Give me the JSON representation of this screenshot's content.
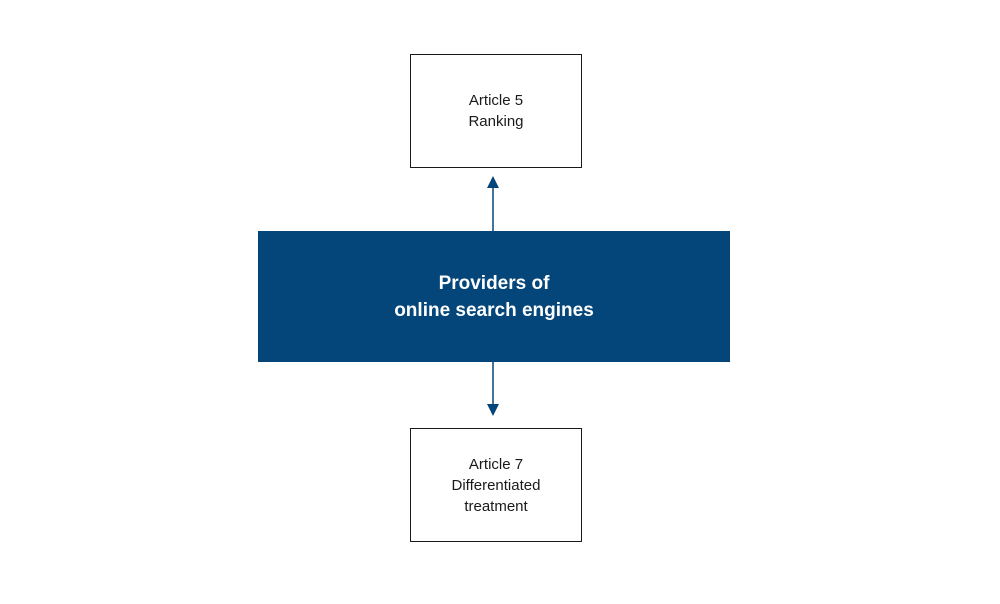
{
  "center": {
    "line1": "Providers of",
    "line2": "online search engines",
    "color": "#04457a"
  },
  "top_box": {
    "line1": "Article 5",
    "line2": "Ranking"
  },
  "bottom_box": {
    "line1": "Article 7",
    "line2": "Differentiated",
    "line3": "treatment"
  },
  "arrow_color": "#04457a"
}
